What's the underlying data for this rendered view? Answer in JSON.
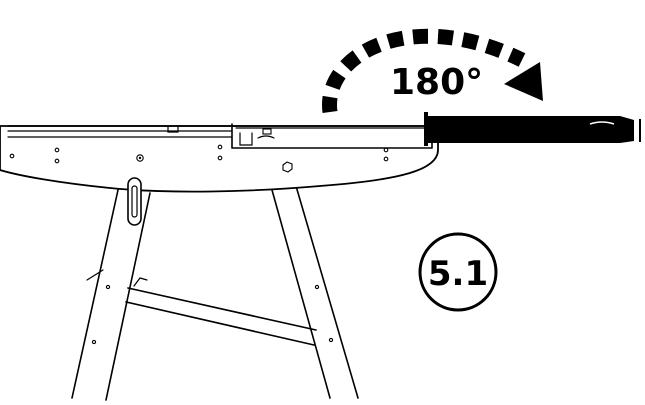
{
  "annotation": {
    "rotation_label": "180°",
    "step_label": "5.1"
  },
  "colors": {
    "ink": "#000000",
    "paper": "#ffffff"
  },
  "icons": {
    "rotation": "curved-dashed-rotation-arrow-icon",
    "step_badge": "circled-step-number"
  }
}
